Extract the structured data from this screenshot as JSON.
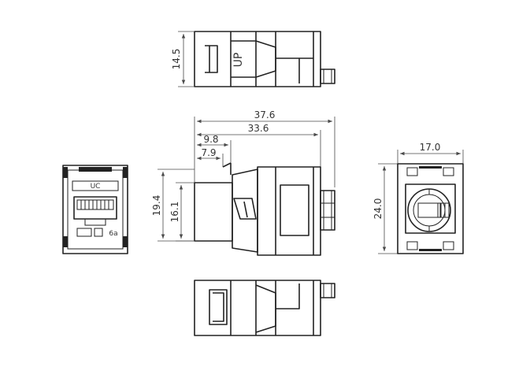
{
  "dimensions": {
    "height_top_view": "14.5",
    "length_overall": "37.6",
    "length_body": "33.6",
    "offset_a": "9.8",
    "offset_b": "7.9",
    "height_overall": "19.4",
    "height_inner": "16.1",
    "width_rear": "17.0",
    "height_rear": "24.0"
  },
  "labels": {
    "up_marking": "UP",
    "front_marking": "UC",
    "category_marking": "6a"
  }
}
